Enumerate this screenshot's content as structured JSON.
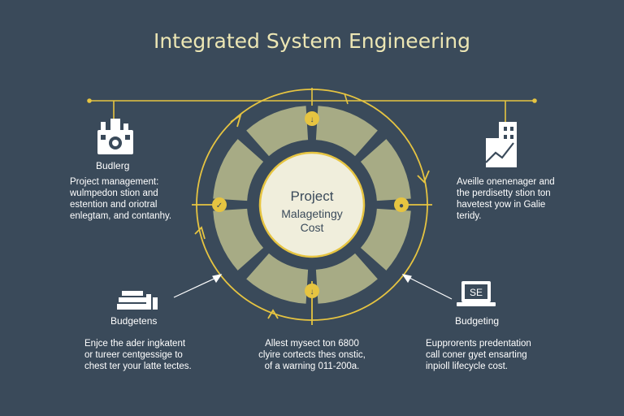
{
  "title": "Integrated System Engineering",
  "center": {
    "line1": "Project",
    "line2": "Malagetingy",
    "line3": "Cost"
  },
  "nodes": {
    "top_left": {
      "label": "Budlerg",
      "lines": [
        "Project management:",
        "wulmpedon stion and",
        "estention and oriotral",
        "enlegtam, and contanhy."
      ]
    },
    "top_right": {
      "lines": [
        "Aveille onenenager and",
        "the perdisetty stion ton",
        "havetest yow in Galie",
        "teridy."
      ]
    },
    "bottom_left": {
      "label": "Budgetens",
      "lines": [
        "Enjce the ader ingkatent",
        "or tureer centgessige to",
        "chest ter your latte tectes."
      ]
    },
    "bottom_center": {
      "lines": [
        "Allest mysect ton 6800",
        "clyire cortects thes onstic,",
        "of a warning 011-200a."
      ]
    },
    "bottom_right": {
      "label": "Budgeting",
      "icon_text": "SE",
      "lines": [
        "Eupprorents predentation",
        "call coner gyet ensarting",
        "inpioll lifecycle cost."
      ]
    }
  },
  "colors": {
    "background": "#3a4a5a",
    "accent": "#e6c441",
    "segment": "#a7ab85",
    "center": "#f0eedc",
    "title": "#ece6b4",
    "text": "#ffffff"
  },
  "icons": [
    "camera-building-icon",
    "building-chart-icon",
    "books-stack-icon",
    "laptop-icon"
  ]
}
